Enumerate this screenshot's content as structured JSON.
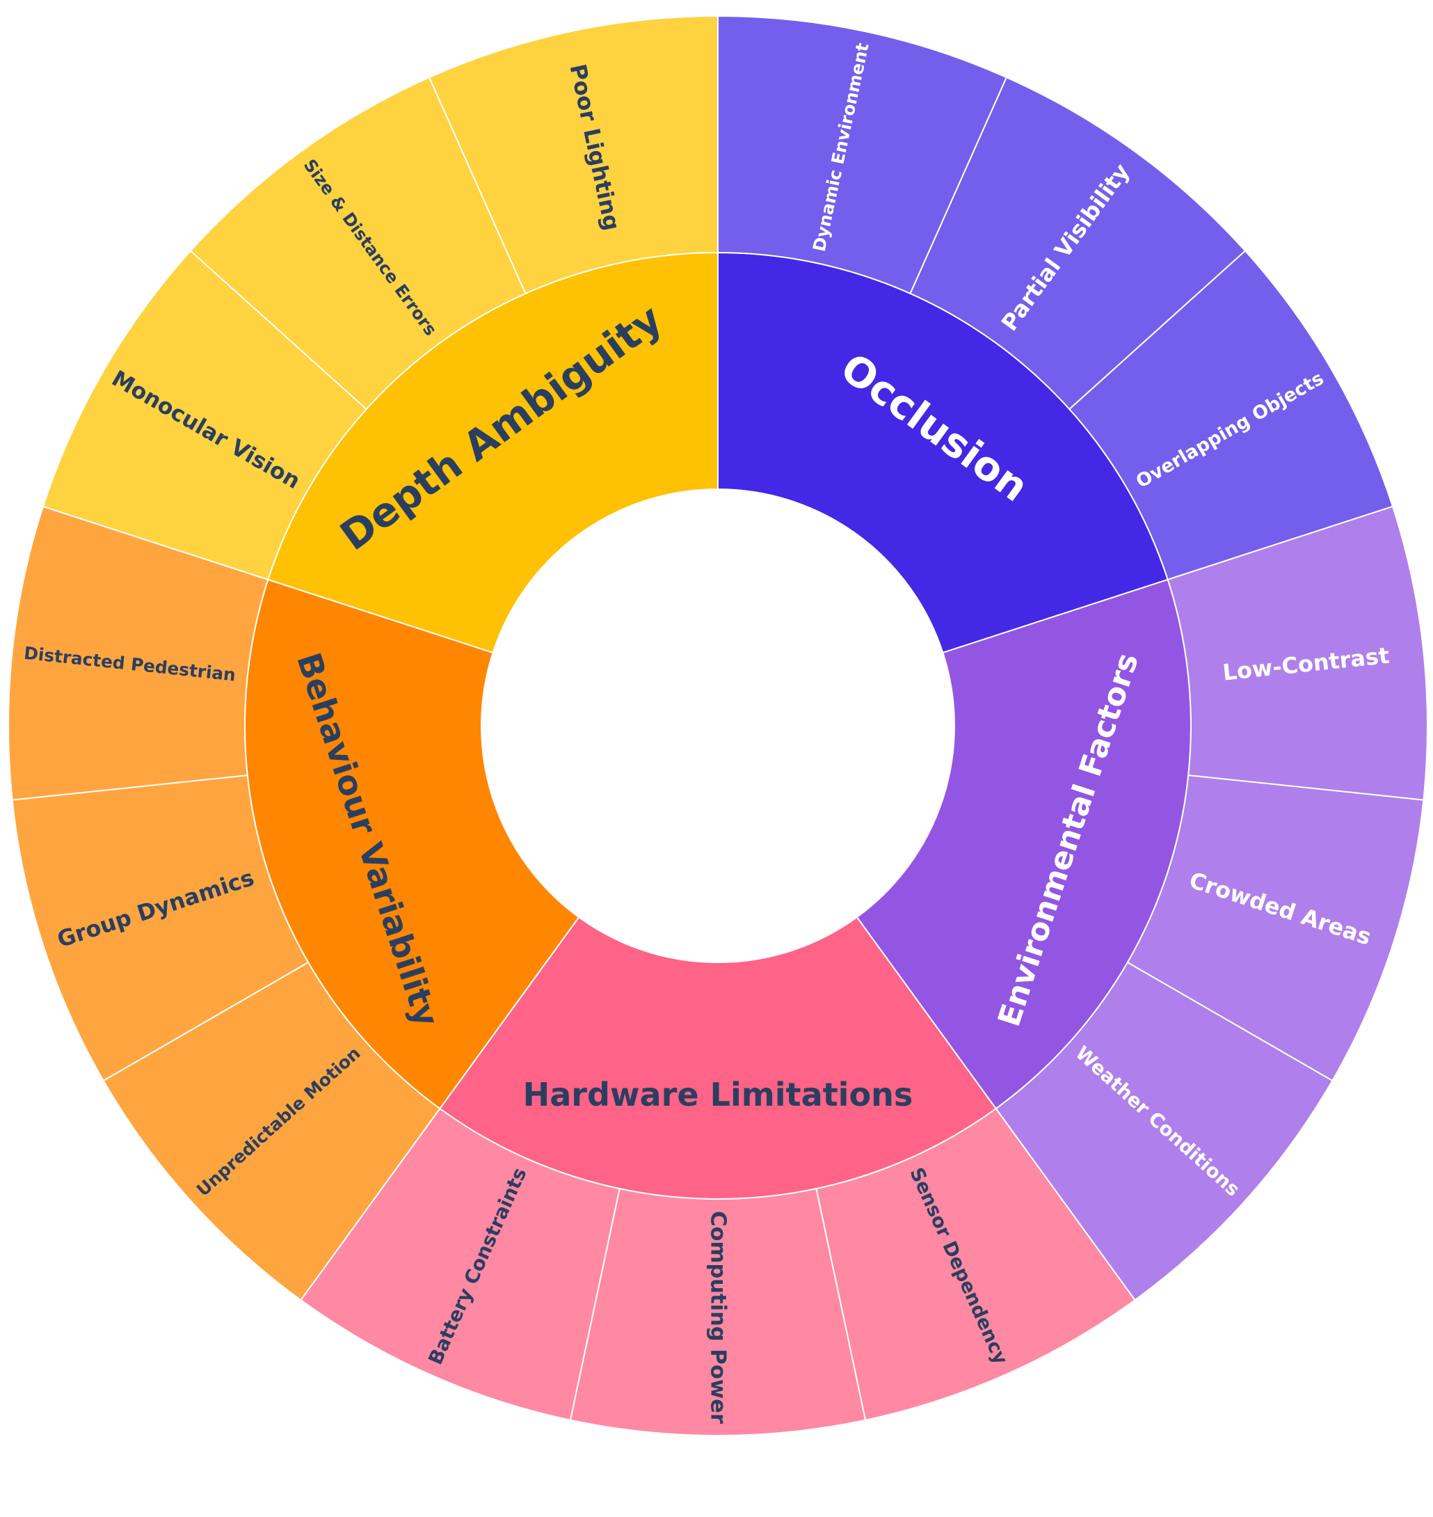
{
  "chart_data": {
    "type": "sunburst",
    "title": "",
    "root": "",
    "categories": [
      {
        "name": "Occlusion",
        "value": 3,
        "color": "#4328E5",
        "leaf_color": "#735FEB",
        "text_color": "#FFFFFF",
        "children": [
          {
            "name": "Dynamic Environment",
            "value": 1
          },
          {
            "name": "Partial Visibility",
            "value": 1
          },
          {
            "name": "Overlapping Objects",
            "value": 1
          }
        ]
      },
      {
        "name": "Environmental Factors",
        "value": 3,
        "color": "#9356E3",
        "leaf_color": "#AF80EB",
        "text_color": "#FFFFFF",
        "children": [
          {
            "name": "Low-Contrast",
            "value": 1
          },
          {
            "name": "Crowded Areas",
            "value": 1
          },
          {
            "name": "Weather Conditions",
            "value": 1
          }
        ]
      },
      {
        "name": "Hardware Limitations",
        "value": 3,
        "color": "#FF6387",
        "leaf_color": "#FF88A3",
        "text_color": "#2A3F5F",
        "children": [
          {
            "name": "Sensor Dependency",
            "value": 1
          },
          {
            "name": "Computing Power",
            "value": 1
          },
          {
            "name": "Battery Constraints",
            "value": 1
          }
        ]
      },
      {
        "name": "Behaviour Variability",
        "value": 3,
        "color": "#FF8600",
        "leaf_color": "#FFA540",
        "text_color": "#2A3F5F",
        "children": [
          {
            "name": "Unpredictable Motion",
            "value": 1
          },
          {
            "name": "Group Dynamics",
            "value": 1
          },
          {
            "name": "Distracted Pedestrian",
            "value": 1
          }
        ]
      },
      {
        "name": "Depth Ambiguity",
        "value": 3,
        "color": "#FFC103",
        "leaf_color": "#FFD240",
        "text_color": "#2A3F5F",
        "children": [
          {
            "name": "Monocular Vision",
            "value": 1
          },
          {
            "name": "Size & Distance Errors",
            "value": 1
          },
          {
            "name": "Poor Lighting",
            "value": 1
          }
        ]
      }
    ]
  }
}
